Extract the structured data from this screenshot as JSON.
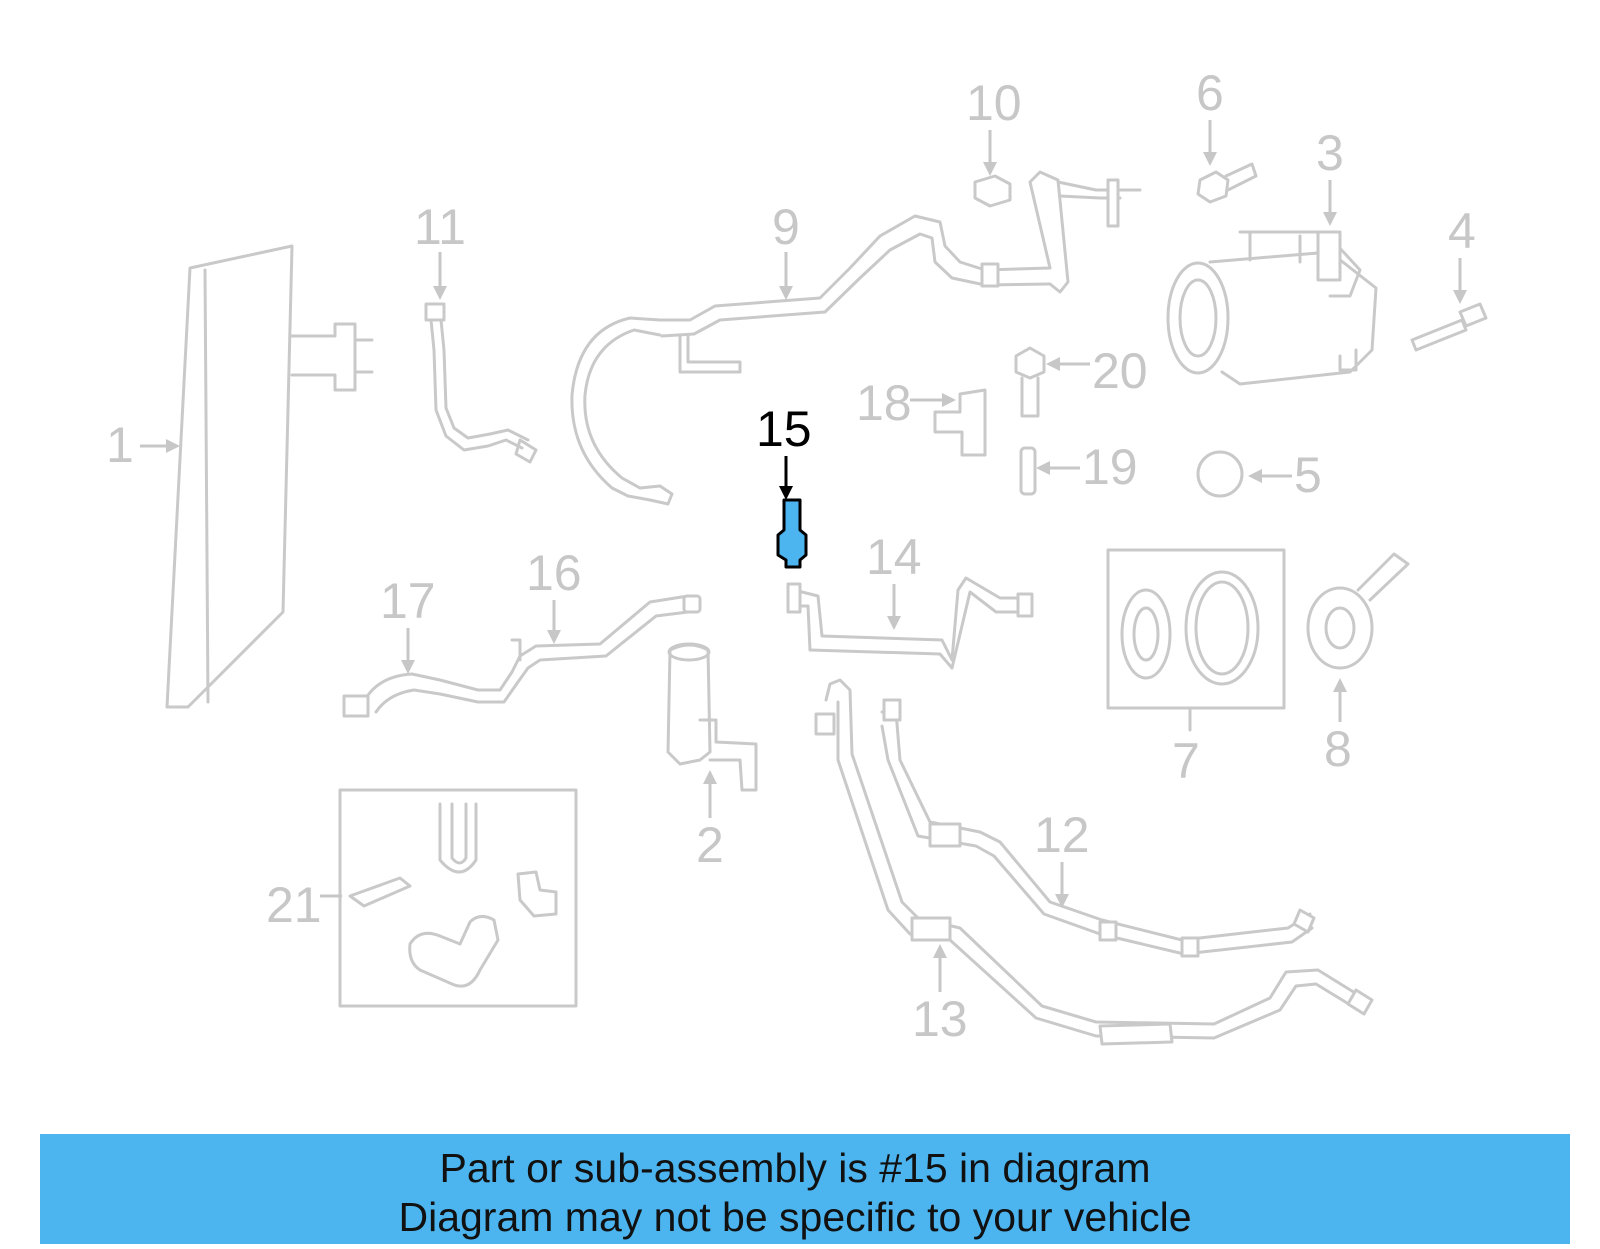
{
  "diagram": {
    "callouts": {
      "c1": "1",
      "c2": "2",
      "c3": "3",
      "c4": "4",
      "c5": "5",
      "c6": "6",
      "c7": "7",
      "c8": "8",
      "c9": "9",
      "c10": "10",
      "c11": "11",
      "c12": "12",
      "c13": "13",
      "c14": "14",
      "c15": "15",
      "c16": "16",
      "c17": "17",
      "c18": "18",
      "c19": "19",
      "c20": "20",
      "c21": "21"
    },
    "highlighted_part": "15",
    "colors": {
      "part_line": "#c9c9c9",
      "highlight_fill": "#4cb5ef",
      "highlight_line": "#000000",
      "banner_background": "#4cb5ef"
    }
  },
  "banner": {
    "line1": "Part or sub-assembly is #15 in diagram",
    "line2": "Diagram may not be specific to your vehicle"
  }
}
